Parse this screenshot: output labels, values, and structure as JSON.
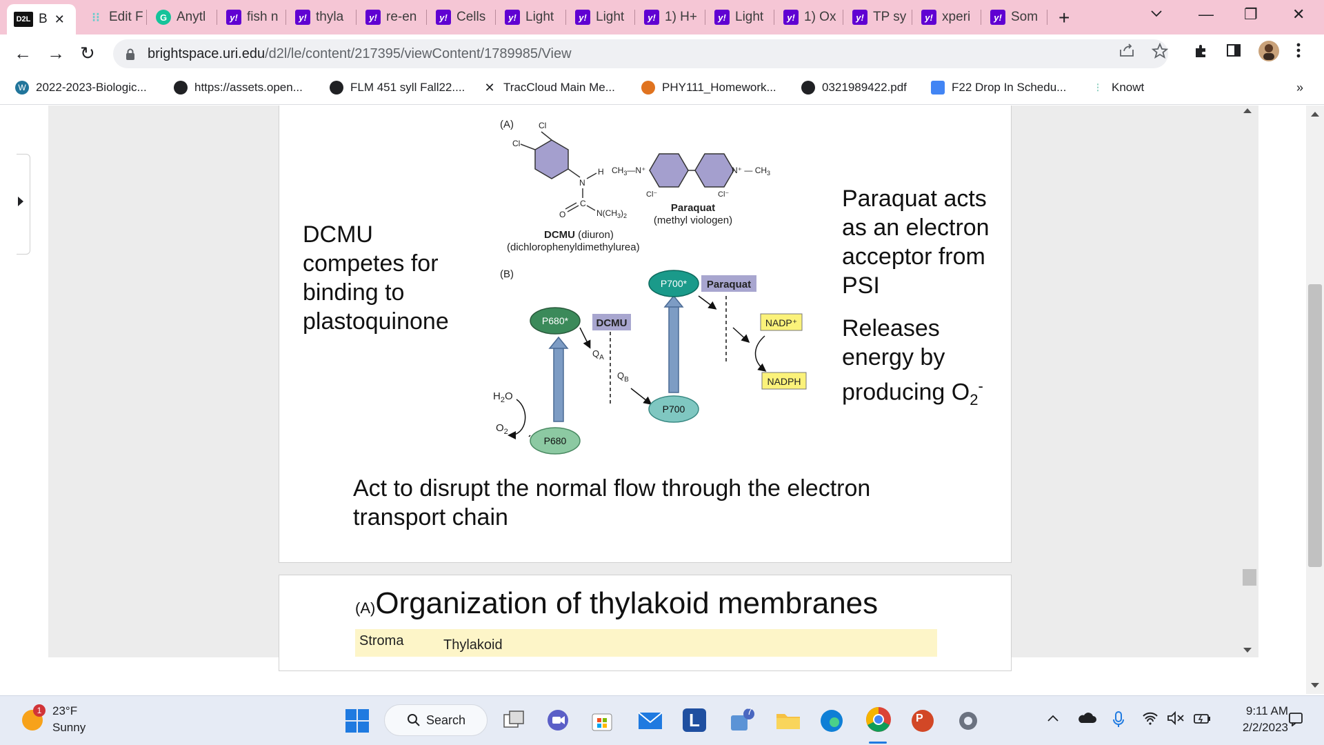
{
  "tabs": [
    {
      "label": "B",
      "icon": "d2l-icon",
      "fav": "D2L",
      "active": true
    },
    {
      "label": "Edit F",
      "icon": "knowt-icon",
      "fav": "⁝⁝"
    },
    {
      "label": "Anytl",
      "icon": "grammarly-icon",
      "fav": "G"
    },
    {
      "label": "fish n",
      "icon": "yahoo-icon",
      "fav": "y!"
    },
    {
      "label": "thyla",
      "icon": "yahoo-icon",
      "fav": "y!"
    },
    {
      "label": "re-en",
      "icon": "yahoo-icon",
      "fav": "y!"
    },
    {
      "label": "Cells",
      "icon": "yahoo-icon",
      "fav": "y!"
    },
    {
      "label": "Light",
      "icon": "yahoo-icon",
      "fav": "y!"
    },
    {
      "label": "Light",
      "icon": "yahoo-icon",
      "fav": "y!"
    },
    {
      "label": "1) H+",
      "icon": "yahoo-icon",
      "fav": "y!"
    },
    {
      "label": "Light",
      "icon": "yahoo-icon",
      "fav": "y!"
    },
    {
      "label": "1) Ox",
      "icon": "yahoo-icon",
      "fav": "y!"
    },
    {
      "label": "TP sy",
      "icon": "yahoo-icon",
      "fav": "y!"
    },
    {
      "label": "xperi",
      "icon": "yahoo-icon",
      "fav": "y!"
    },
    {
      "label": "Som",
      "icon": "yahoo-icon",
      "fav": "y!"
    }
  ],
  "browser": {
    "url_host": "brightspace.uri.edu",
    "url_path": "/d2l/le/content/217395/viewContent/1789985/View",
    "new_tab": "+",
    "minimize": "—",
    "maximize": "❐",
    "close": "✕",
    "tab_close": "✕",
    "back": "←",
    "forward": "→",
    "reload": "↻",
    "more_bookmarks": "»"
  },
  "bookmarks": [
    {
      "label": "2022-2023-Biologic...",
      "icon": "wordpress-icon",
      "color": "#21759b"
    },
    {
      "label": "https://assets.open...",
      "icon": "globe-icon",
      "color": "#202124"
    },
    {
      "label": "FLM 451 syll Fall22....",
      "icon": "globe-icon",
      "color": "#202124"
    },
    {
      "label": "TracCloud Main Me...",
      "icon": "traccloud-icon",
      "color": "#202124"
    },
    {
      "label": "PHY111_Homework...",
      "icon": "webassign-icon",
      "color": "#e0731f"
    },
    {
      "label": "0321989422.pdf",
      "icon": "globe-icon",
      "color": "#202124"
    },
    {
      "label": "F22 Drop In Schedu...",
      "icon": "docs-icon",
      "color": "#4285f4"
    },
    {
      "label": "Knowt",
      "icon": "knowt-icon",
      "color": "#8fd1c0"
    }
  ],
  "slide1": {
    "left_text": [
      "DCMU",
      "competes for",
      "binding to",
      "plastoquinone"
    ],
    "right_text_1": [
      "Paraquat acts",
      "as an electron",
      "acceptor from",
      "PSI"
    ],
    "right_text_2": [
      "Releases",
      "energy by",
      "producing O",
      "2",
      "-"
    ],
    "bottom_text": [
      "Act to disrupt the normal flow through the electron",
      "transport chain"
    ],
    "figure": {
      "panel_a": "(A)",
      "panel_b": "(B)",
      "cl": "Cl",
      "cl_minus": "Cl⁻",
      "nh_h": "H",
      "n": "N",
      "c": "C",
      "o": "O",
      "nme2": "N(CH",
      "nme2_sub": "3",
      "nme2_close": ")",
      "nme2_sub2": "2",
      "ch3_left": "CH",
      "ch3_sub": "3",
      "n_plus": "N⁺",
      "dash": "—",
      "ch3_right": "CH",
      "dcmu_name": "DCMU",
      "dcmu_diuron": "(diuron)",
      "dcmu_full": "(dichlorophenyldimethylurea)",
      "paraquat_name": "Paraquat",
      "paraquat_full": "(methyl viologen)",
      "p680_star": "P680*",
      "p680": "P680",
      "p700_star": "P700*",
      "p700": "P700",
      "dcmu_box": "DCMU",
      "paraquat_box": "Paraquat",
      "nadp": "NADP⁺",
      "nadph": "NADPH",
      "qa": "Q",
      "qa_sub": "A",
      "qb": "Q",
      "qb_sub": "B",
      "h2o": "H",
      "h2o_sub": "2",
      "h2o_o": "O",
      "o2": "O",
      "o2_sub": "2"
    }
  },
  "slide2": {
    "label_a": "(A)",
    "title": "Organization of thylakoid membranes",
    "stroma": "Stroma",
    "thylakoid": "Thylakoid"
  },
  "taskbar": {
    "temperature": "23°F",
    "condition": "Sunny",
    "weather_badge": "1",
    "search": "Search",
    "time": "9:11 AM",
    "date": "2/2/2023",
    "teams_badge": "7",
    "l_app": "L",
    "ppt": "P"
  },
  "colors": {
    "tabstrip": "#f5c6d5",
    "yahoo": "#6001d2",
    "p680_star": "#3b8a5a",
    "p680": "#8cc9a2",
    "p700_star": "#1a9a8a",
    "p700": "#7fc7c1",
    "arrow_blue": "#7d9cc4",
    "dcmu_box": "#a8a6cf",
    "nadp_box": "#fbf27a",
    "ring": "#a49fce",
    "thylakoid_band": "#fdf5c8"
  }
}
